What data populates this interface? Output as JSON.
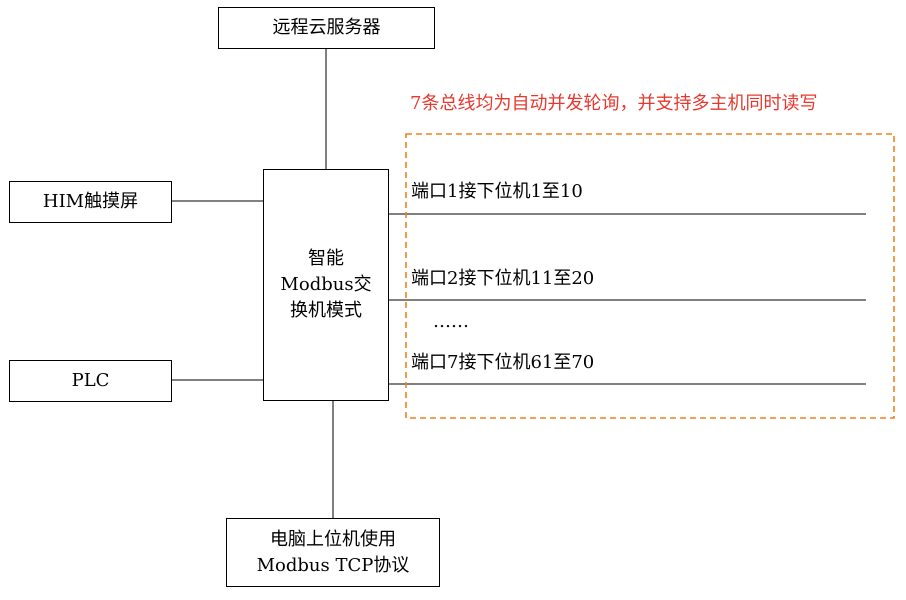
{
  "nodes": {
    "cloud_server": "远程云服务器",
    "hmi": "HIM触摸屏",
    "plc": "PLC",
    "switch_lines": [
      "智能",
      "Modbus交",
      "换机模式"
    ],
    "pc_lines": [
      "电脑上位机使用",
      "Modbus TCP协议"
    ]
  },
  "annotation": "7条总线均为自动并发轮询，并支持多主机同时读写",
  "ports": [
    {
      "label": "端口1接下位机1至10"
    },
    {
      "label": "端口2接下位机11至20"
    },
    {
      "label": "端口7接下位机61至70"
    }
  ],
  "ellipsis": "……",
  "colors": {
    "annotation_text": "#e8382e",
    "dashed_border": "#f0821e",
    "line": "#000000"
  }
}
